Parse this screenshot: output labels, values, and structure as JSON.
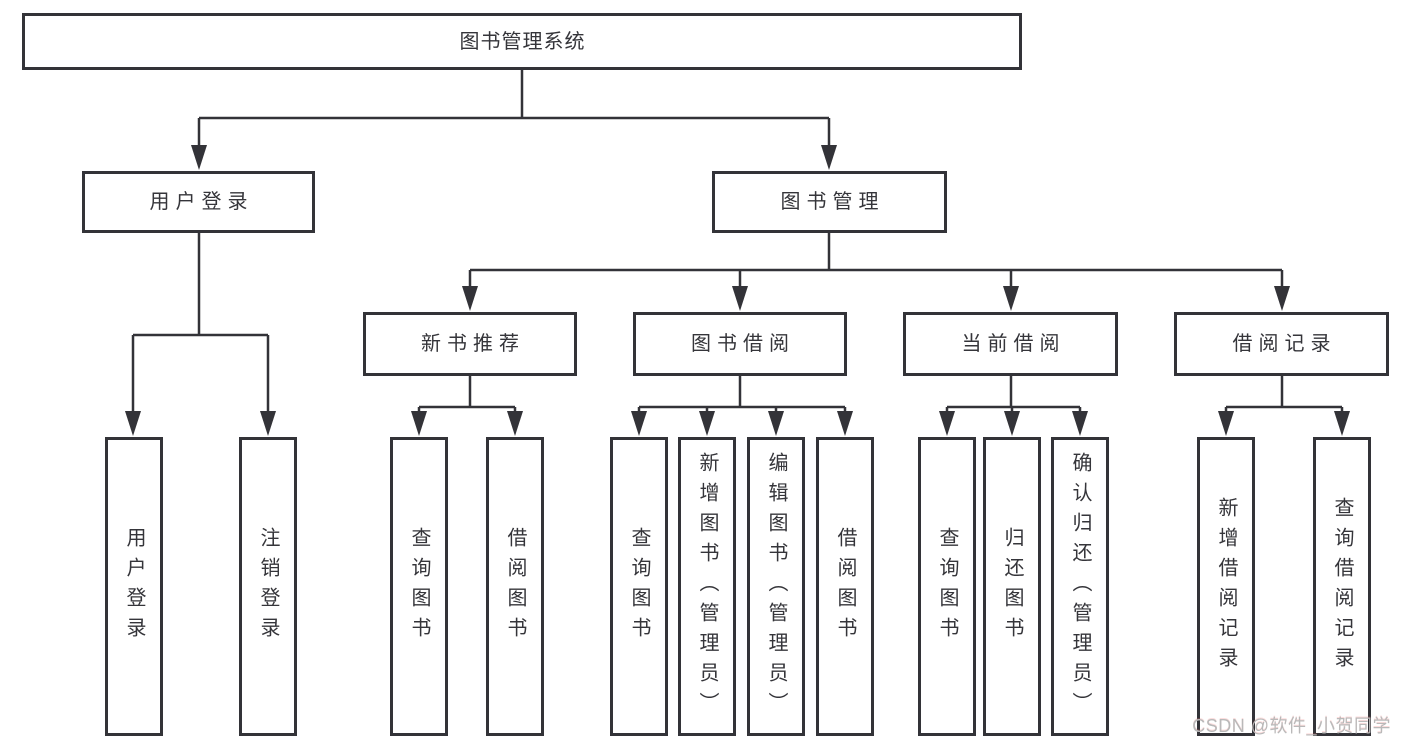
{
  "tree": {
    "root": {
      "label": "图书管理系统"
    },
    "branches": [
      {
        "label": "用户登录",
        "children": [
          {
            "label": "用户登录"
          },
          {
            "label": "注销登录"
          }
        ]
      },
      {
        "label": "图书管理",
        "sections": [
          {
            "label": "新书推荐",
            "children": [
              {
                "label": "查询图书"
              },
              {
                "label": "借阅图书"
              }
            ]
          },
          {
            "label": "图书借阅",
            "children": [
              {
                "label": "查询图书"
              },
              {
                "label": "新增图书（管理员）"
              },
              {
                "label": "编辑图书（管理员）"
              },
              {
                "label": "借阅图书"
              }
            ]
          },
          {
            "label": "当前借阅",
            "children": [
              {
                "label": "查询图书"
              },
              {
                "label": "归还图书"
              },
              {
                "label": "确认归还（管理员）"
              }
            ]
          },
          {
            "label": "借阅记录",
            "children": [
              {
                "label": "新增借阅记录"
              },
              {
                "label": "查询借阅记录"
              }
            ]
          }
        ]
      }
    ]
  },
  "watermark": {
    "text": "CSDN @软件_小贺同学"
  },
  "colors": {
    "line": "#333338",
    "node_border": "#333338",
    "node_background": "#ffffff",
    "text": "#35353a",
    "watermark": "#b9b9b9",
    "canvas_background": "#ffffff"
  }
}
